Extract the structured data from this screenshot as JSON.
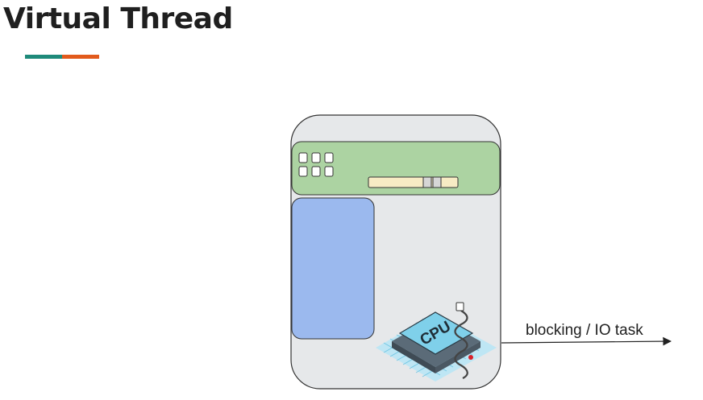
{
  "slide": {
    "title": "Virtual Thread"
  },
  "colors": {
    "accent_teal": "#1e8a7a",
    "accent_orange": "#e25a1c",
    "machine_fill": "#e6e8ea",
    "machine_stroke": "#333333",
    "top_panel_fill": "#acd3a2",
    "memory_block_fill": "#9bb9ee",
    "progress_track_fill": "#f7ebc4",
    "cpu_chip_fill": "#7fd0ea",
    "cpu_board_fill": "#b9e6f5",
    "cpu_base_fill": "#5b6b78",
    "thread_color": "#444444",
    "thread_marker": "#d8202a"
  },
  "diagram": {
    "cpu_label": "CPU",
    "arrow_label": "blocking / IO task",
    "top_panel_icon_grid": {
      "rows": 2,
      "cols": 3
    }
  }
}
